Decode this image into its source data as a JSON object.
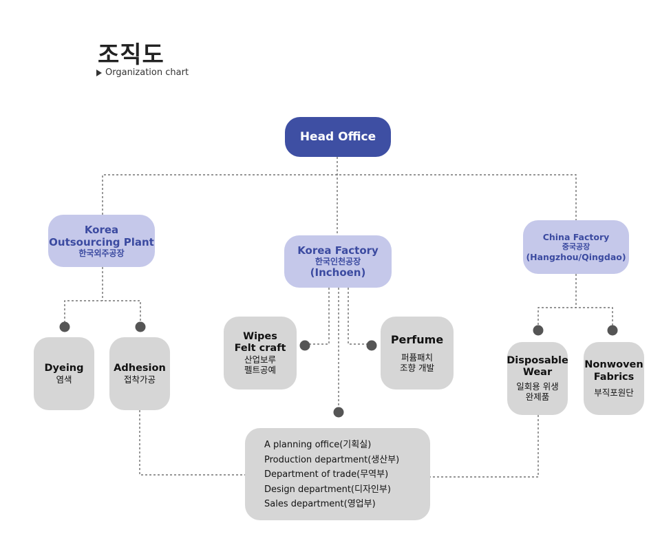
{
  "header": {
    "title": "조직도",
    "subtitle": "Organization chart"
  },
  "colors": {
    "head": "#3e4fa3",
    "blue_box": "#c5c8ea",
    "blue_text": "#3b4aa0",
    "gray_box": "#d6d6d6",
    "connector": "#555555"
  },
  "head_office": {
    "label": "Head Office"
  },
  "korea_outsourcing": {
    "line1": "Korea",
    "line2": "Outsourcing Plant",
    "sub": "한국외주공장",
    "children": [
      {
        "en": "Dyeing",
        "ko": "염색"
      },
      {
        "en": "Adhesion",
        "ko": "접착가공"
      }
    ]
  },
  "korea_factory": {
    "line1": "Korea Factory",
    "sub": "한국인천공장",
    "line3": "(Inchoen)",
    "wipes": {
      "en1": "Wipes",
      "en2": "Felt craft",
      "ko1": "산업보루",
      "ko2": "펠트공예"
    },
    "perfume": {
      "en": "Perfume",
      "ko1": "퍼퓸패치",
      "ko2": "조향 개발"
    }
  },
  "china_factory": {
    "line1": "China Factory",
    "sub": "중국공장",
    "line3": "(Hangzhou/Qingdao)",
    "disposable": {
      "en1": "Disposable",
      "en2": "Wear",
      "ko1": "일회용 위생",
      "ko2": "완제품"
    },
    "nonwoven": {
      "en1": "Nonwoven",
      "en2": "Fabrics",
      "ko": "부직포원단"
    }
  },
  "departments": [
    "A planning office(기획실)",
    "Production department(생산부)",
    "Department of trade(무역부)",
    "Design department(디자인부)",
    "Sales department(영업부)"
  ]
}
